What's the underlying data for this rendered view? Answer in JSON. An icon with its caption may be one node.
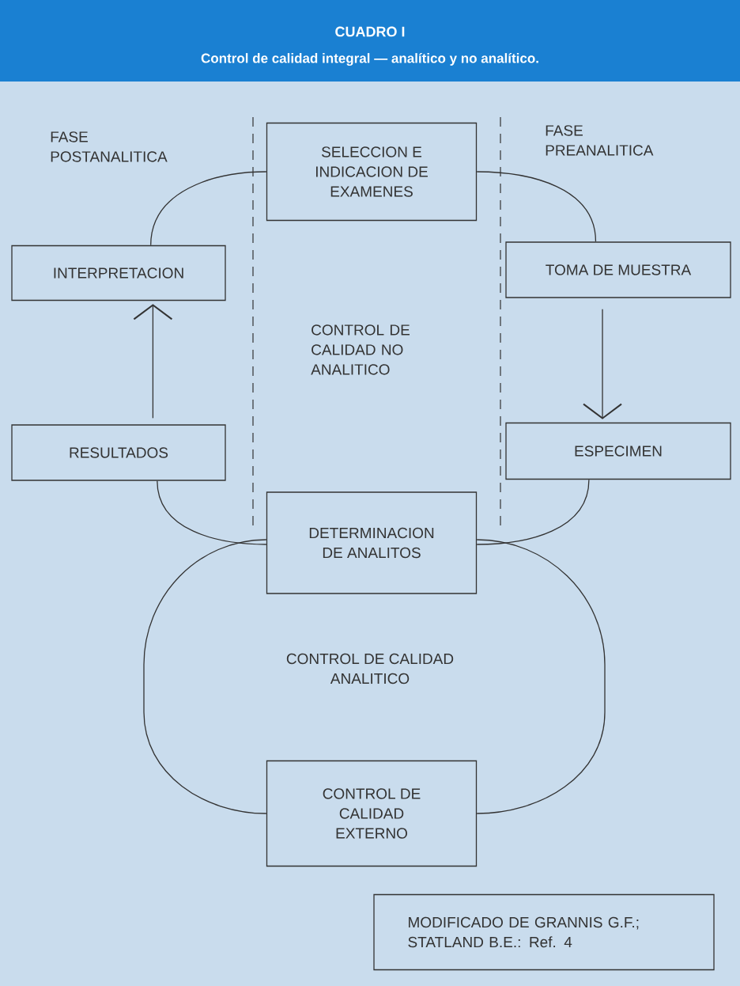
{
  "diagram": {
    "title": "CUADRO I",
    "caption": "Control de calidad integral — analítico y no analítico.",
    "nodes": [
      {
        "text": [
          "SELECCION E INDICACION DE EXAMENES"
        ]
      },
      {
        "text": [
          "INTERPRETACION"
        ]
      },
      {
        "text": [
          "TOMA DE MUESTRA"
        ]
      },
      {
        "text": [
          "RESULTADOS"
        ]
      },
      {
        "text": [
          "ESPECIMEN"
        ]
      },
      {
        "text": [
          "DETERMINACION DE ANALITOS"
        ]
      },
      {
        "text": [
          "CONTROL DE CALIDAD EXTERNO"
        ]
      },
      {
        "text": [
          "MODIFICADO DE GRANNIS G.F.; STATLAND B.E.: Ref. 4"
        ]
      }
    ],
    "edges": [
      {
        "from": 1,
        "to": 0,
        "arrow": "none"
      },
      {
        "from": 0,
        "to": 2,
        "arrow": "none"
      },
      {
        "from": 2,
        "to": 4,
        "arrow": "to"
      },
      {
        "from": 3,
        "to": 1,
        "arrow": "to"
      },
      {
        "from": 3,
        "to": 5,
        "arrow": "none"
      },
      {
        "from": 4,
        "to": 5,
        "arrow": "none"
      },
      {
        "from": 5,
        "to": 6,
        "arrow": "none"
      },
      {
        "from": 5,
        "to": 6,
        "arrow": "none"
      }
    ],
    "labels": [
      "FASE POSTANALITICA",
      "FASE PREANALITICA",
      "CONTROL DE CALIDAD NO ANALITICO",
      "CONTROL DE CALIDAD ANALITICO"
    ]
  }
}
